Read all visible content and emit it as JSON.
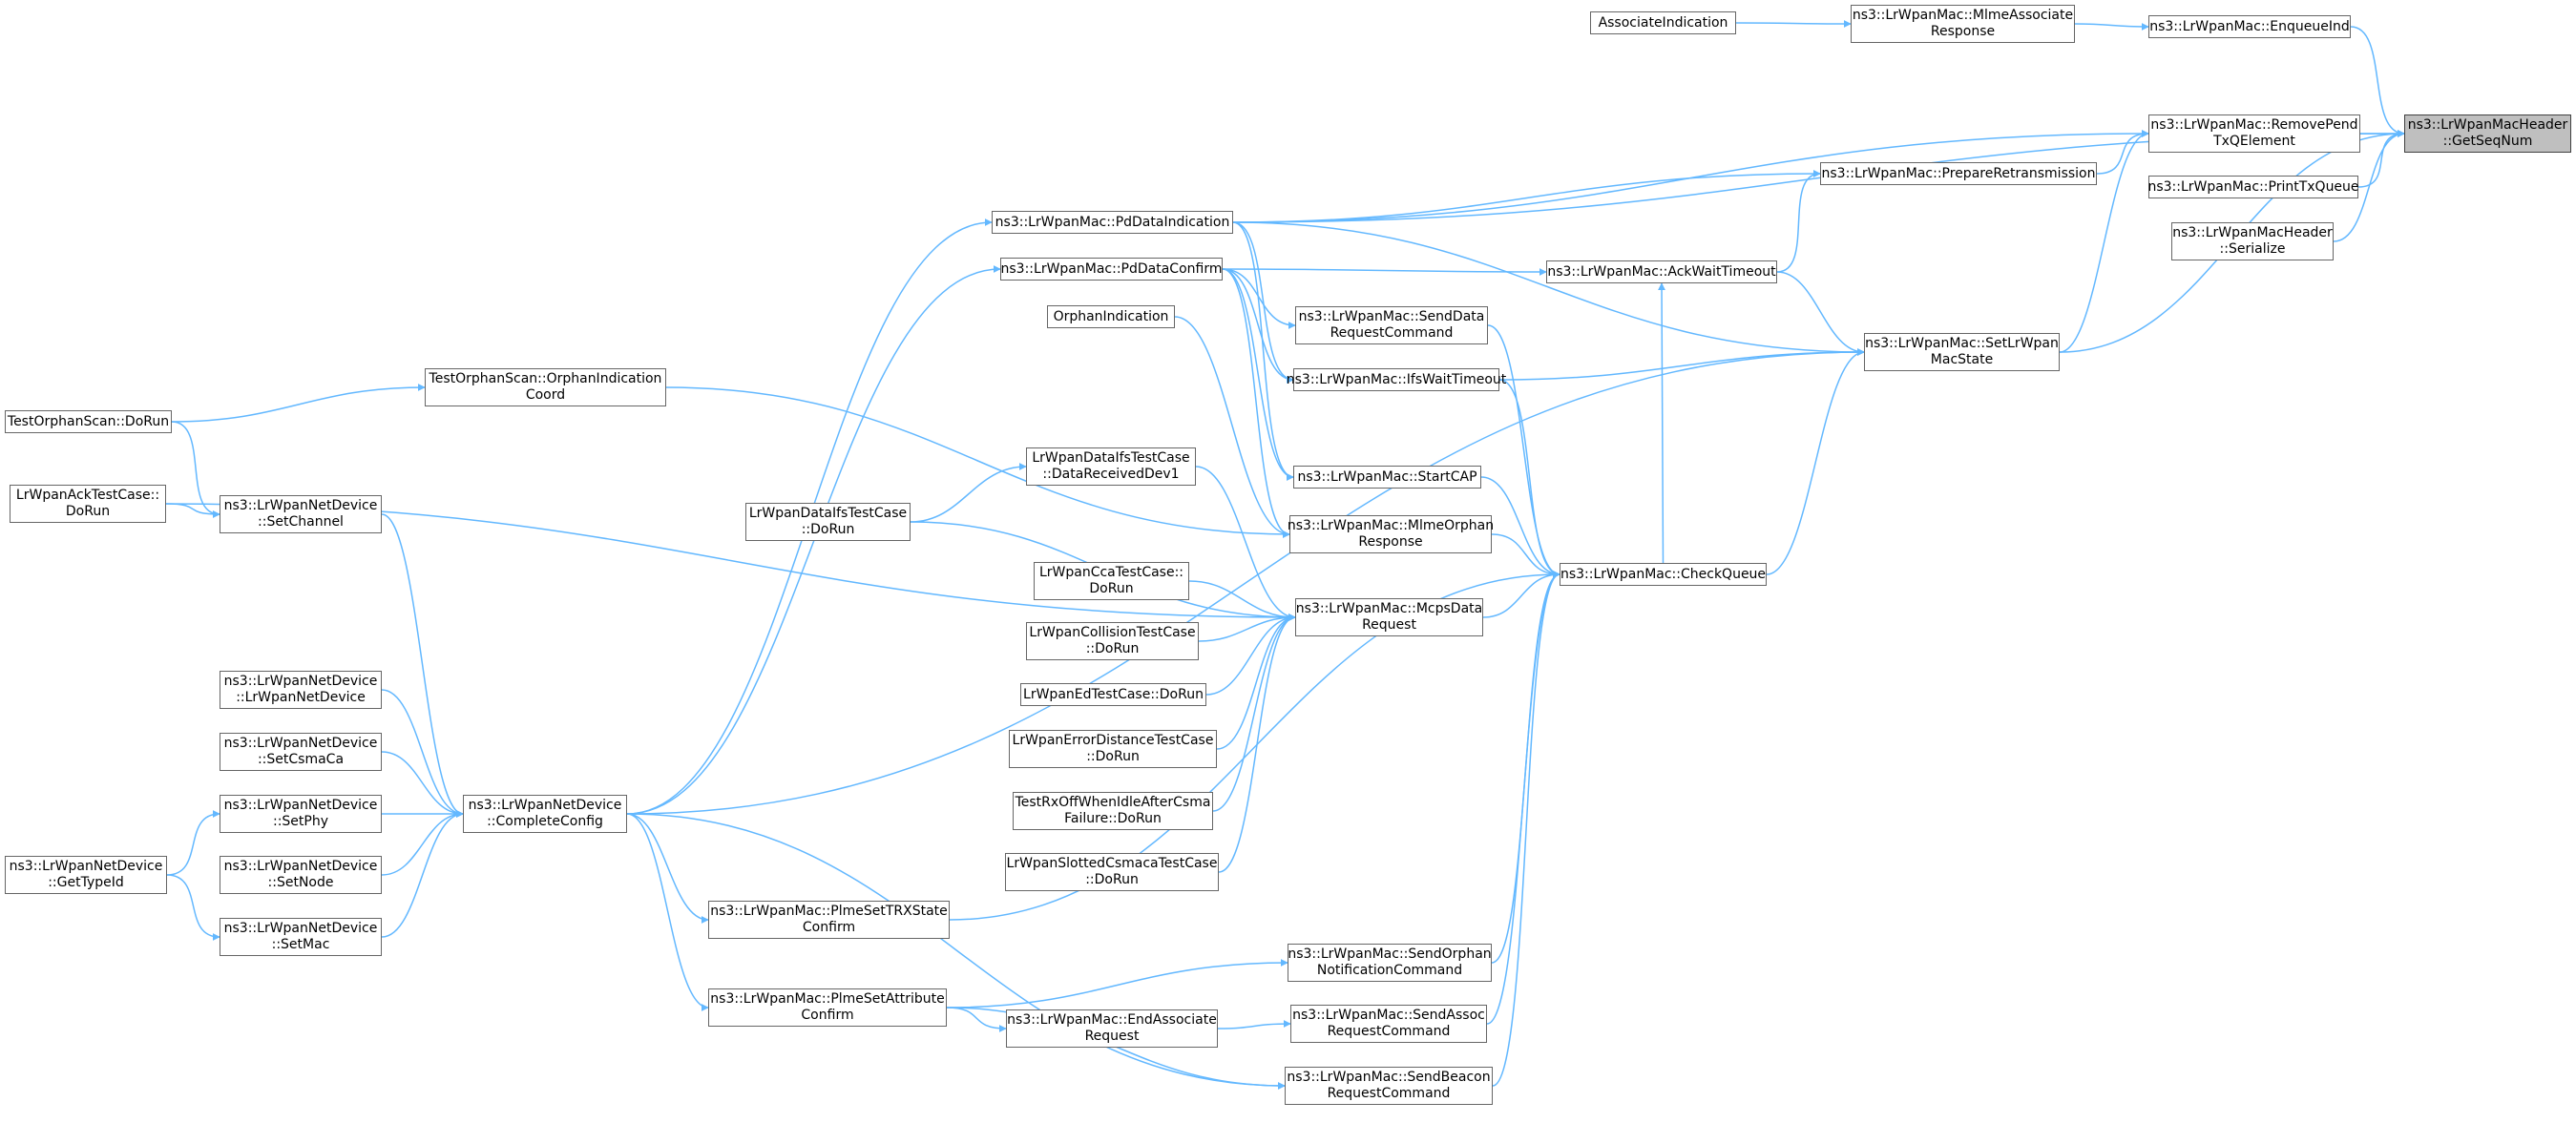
{
  "colors": {
    "edge": "#63b8ff",
    "node_border": "#666666",
    "root_fill": "#bfbfbf"
  },
  "nodes": [
    {
      "id": "n1",
      "lines": [
        "ns3::LrWpanMacHeader",
        "::GetSeqNum"
      ],
      "root": true
    },
    {
      "id": "n2",
      "lines": [
        "ns3::LrWpanMac::EnqueueInd"
      ]
    },
    {
      "id": "n3",
      "lines": [
        "ns3::LrWpanMac::RemovePend",
        "TxQElement"
      ]
    },
    {
      "id": "n4",
      "lines": [
        "ns3::LrWpanMac::PrintTxQueue"
      ]
    },
    {
      "id": "n5",
      "lines": [
        "ns3::LrWpanMacHeader",
        "::Serialize"
      ]
    },
    {
      "id": "n6",
      "lines": [
        "ns3::LrWpanMac::MlmeAssociate",
        "Response"
      ]
    },
    {
      "id": "n7",
      "lines": [
        "AssociateIndication"
      ]
    },
    {
      "id": "n8",
      "lines": [
        "ns3::LrWpanMac::PrepareRetransmission"
      ]
    },
    {
      "id": "n9",
      "lines": [
        "ns3::LrWpanMac::PdDataIndication"
      ]
    },
    {
      "id": "n10",
      "lines": [
        "ns3::LrWpanMac::PdDataConfirm"
      ]
    },
    {
      "id": "n11",
      "lines": [
        "ns3::LrWpanMac::AckWaitTimeout"
      ]
    },
    {
      "id": "n12",
      "lines": [
        "ns3::LrWpanMac::SetLrWpan",
        "MacState"
      ]
    },
    {
      "id": "n13",
      "lines": [
        "OrphanIndication"
      ]
    },
    {
      "id": "n14",
      "lines": [
        "ns3::LrWpanMac::SendData",
        "RequestCommand"
      ]
    },
    {
      "id": "n15",
      "lines": [
        "ns3::LrWpanMac::IfsWaitTimeout"
      ]
    },
    {
      "id": "n16",
      "lines": [
        "TestOrphanScan::OrphanIndication",
        "Coord"
      ]
    },
    {
      "id": "n17",
      "lines": [
        "TestOrphanScan::DoRun"
      ]
    },
    {
      "id": "n18",
      "lines": [
        "LrWpanAckTestCase::",
        "DoRun"
      ]
    },
    {
      "id": "n19",
      "lines": [
        "ns3::LrWpanNetDevice",
        "::SetChannel"
      ]
    },
    {
      "id": "n20",
      "lines": [
        "ns3::LrWpanMac::StartCAP"
      ]
    },
    {
      "id": "n21",
      "lines": [
        "LrWpanDataIfsTestCase",
        "::DataReceivedDev1"
      ]
    },
    {
      "id": "n22",
      "lines": [
        "LrWpanDataIfsTestCase",
        "::DoRun"
      ]
    },
    {
      "id": "n23",
      "lines": [
        "ns3::LrWpanMac::MlmeOrphan",
        "Response"
      ]
    },
    {
      "id": "n24",
      "lines": [
        "ns3::LrWpanMac::CheckQueue"
      ]
    },
    {
      "id": "n25",
      "lines": [
        "LrWpanCcaTestCase::",
        "DoRun"
      ]
    },
    {
      "id": "n26",
      "lines": [
        "ns3::LrWpanMac::McpsData",
        "Request"
      ]
    },
    {
      "id": "n27",
      "lines": [
        "LrWpanCollisionTestCase",
        "::DoRun"
      ]
    },
    {
      "id": "n28",
      "lines": [
        "LrWpanEdTestCase::DoRun"
      ]
    },
    {
      "id": "n29",
      "lines": [
        "LrWpanErrorDistanceTestCase",
        "::DoRun"
      ]
    },
    {
      "id": "n30",
      "lines": [
        "TestRxOffWhenIdleAfterCsma",
        "Failure::DoRun"
      ]
    },
    {
      "id": "n31",
      "lines": [
        "LrWpanSlottedCsmacaTestCase",
        "::DoRun"
      ]
    },
    {
      "id": "n32",
      "lines": [
        "ns3::LrWpanNetDevice",
        "::LrWpanNetDevice"
      ]
    },
    {
      "id": "n33",
      "lines": [
        "ns3::LrWpanNetDevice",
        "::SetCsmaCa"
      ]
    },
    {
      "id": "n34",
      "lines": [
        "ns3::LrWpanNetDevice",
        "::SetPhy"
      ]
    },
    {
      "id": "n35",
      "lines": [
        "ns3::LrWpanNetDevice",
        "::GetTypeId"
      ]
    },
    {
      "id": "n36",
      "lines": [
        "ns3::LrWpanNetDevice",
        "::SetNode"
      ]
    },
    {
      "id": "n37",
      "lines": [
        "ns3::LrWpanNetDevice",
        "::SetMac"
      ]
    },
    {
      "id": "n38",
      "lines": [
        "ns3::LrWpanNetDevice",
        "::CompleteConfig"
      ]
    },
    {
      "id": "n39",
      "lines": [
        "ns3::LrWpanMac::PlmeSetTRXState",
        "Confirm"
      ]
    },
    {
      "id": "n40",
      "lines": [
        "ns3::LrWpanMac::SendOrphan",
        "NotificationCommand"
      ]
    },
    {
      "id": "n41",
      "lines": [
        "ns3::LrWpanMac::PlmeSetAttribute",
        "Confirm"
      ]
    },
    {
      "id": "n42",
      "lines": [
        "ns3::LrWpanMac::EndAssociate",
        "Request"
      ]
    },
    {
      "id": "n43",
      "lines": [
        "ns3::LrWpanMac::SendAssoc",
        "RequestCommand"
      ]
    },
    {
      "id": "n44",
      "lines": [
        "ns3::LrWpanMac::SendBeacon",
        "RequestCommand"
      ]
    }
  ],
  "edges": [
    [
      "n2",
      "n1"
    ],
    [
      "n3",
      "n1"
    ],
    [
      "n4",
      "n1"
    ],
    [
      "n5",
      "n1"
    ],
    [
      "n9",
      "n1"
    ],
    [
      "n12",
      "n1"
    ],
    [
      "n6",
      "n2"
    ],
    [
      "n7",
      "n6"
    ],
    [
      "n8",
      "n3"
    ],
    [
      "n9",
      "n3"
    ],
    [
      "n12",
      "n3"
    ],
    [
      "n9",
      "n8"
    ],
    [
      "n11",
      "n8"
    ],
    [
      "n10",
      "n11"
    ],
    [
      "n24",
      "n11"
    ],
    [
      "n9",
      "n12"
    ],
    [
      "n11",
      "n12"
    ],
    [
      "n15",
      "n12"
    ],
    [
      "n24",
      "n12"
    ],
    [
      "n38",
      "n12"
    ],
    [
      "n38",
      "n9"
    ],
    [
      "n38",
      "n10"
    ],
    [
      "n10",
      "n14"
    ],
    [
      "n10",
      "n15"
    ],
    [
      "n10",
      "n20"
    ],
    [
      "n10",
      "n23"
    ],
    [
      "n9",
      "n15"
    ],
    [
      "n9",
      "n20"
    ],
    [
      "n13",
      "n23"
    ],
    [
      "n16",
      "n23"
    ],
    [
      "n17",
      "n16"
    ],
    [
      "n18",
      "n26"
    ],
    [
      "n17",
      "n19"
    ],
    [
      "n18",
      "n19"
    ],
    [
      "n19",
      "n38"
    ],
    [
      "n14",
      "n24"
    ],
    [
      "n15",
      "n24"
    ],
    [
      "n20",
      "n24"
    ],
    [
      "n23",
      "n24"
    ],
    [
      "n26",
      "n24"
    ],
    [
      "n39",
      "n24"
    ],
    [
      "n40",
      "n24"
    ],
    [
      "n43",
      "n24"
    ],
    [
      "n44",
      "n24"
    ],
    [
      "n21",
      "n26"
    ],
    [
      "n22",
      "n21"
    ],
    [
      "n22",
      "n26"
    ],
    [
      "n25",
      "n26"
    ],
    [
      "n27",
      "n26"
    ],
    [
      "n28",
      "n26"
    ],
    [
      "n29",
      "n26"
    ],
    [
      "n30",
      "n26"
    ],
    [
      "n31",
      "n26"
    ],
    [
      "n32",
      "n38"
    ],
    [
      "n33",
      "n38"
    ],
    [
      "n34",
      "n38"
    ],
    [
      "n36",
      "n38"
    ],
    [
      "n37",
      "n38"
    ],
    [
      "n35",
      "n34"
    ],
    [
      "n35",
      "n37"
    ],
    [
      "n38",
      "n39"
    ],
    [
      "n38",
      "n41"
    ],
    [
      "n38",
      "n44"
    ],
    [
      "n41",
      "n40"
    ],
    [
      "n41",
      "n42"
    ],
    [
      "n41",
      "n44"
    ],
    [
      "n42",
      "n43"
    ]
  ]
}
